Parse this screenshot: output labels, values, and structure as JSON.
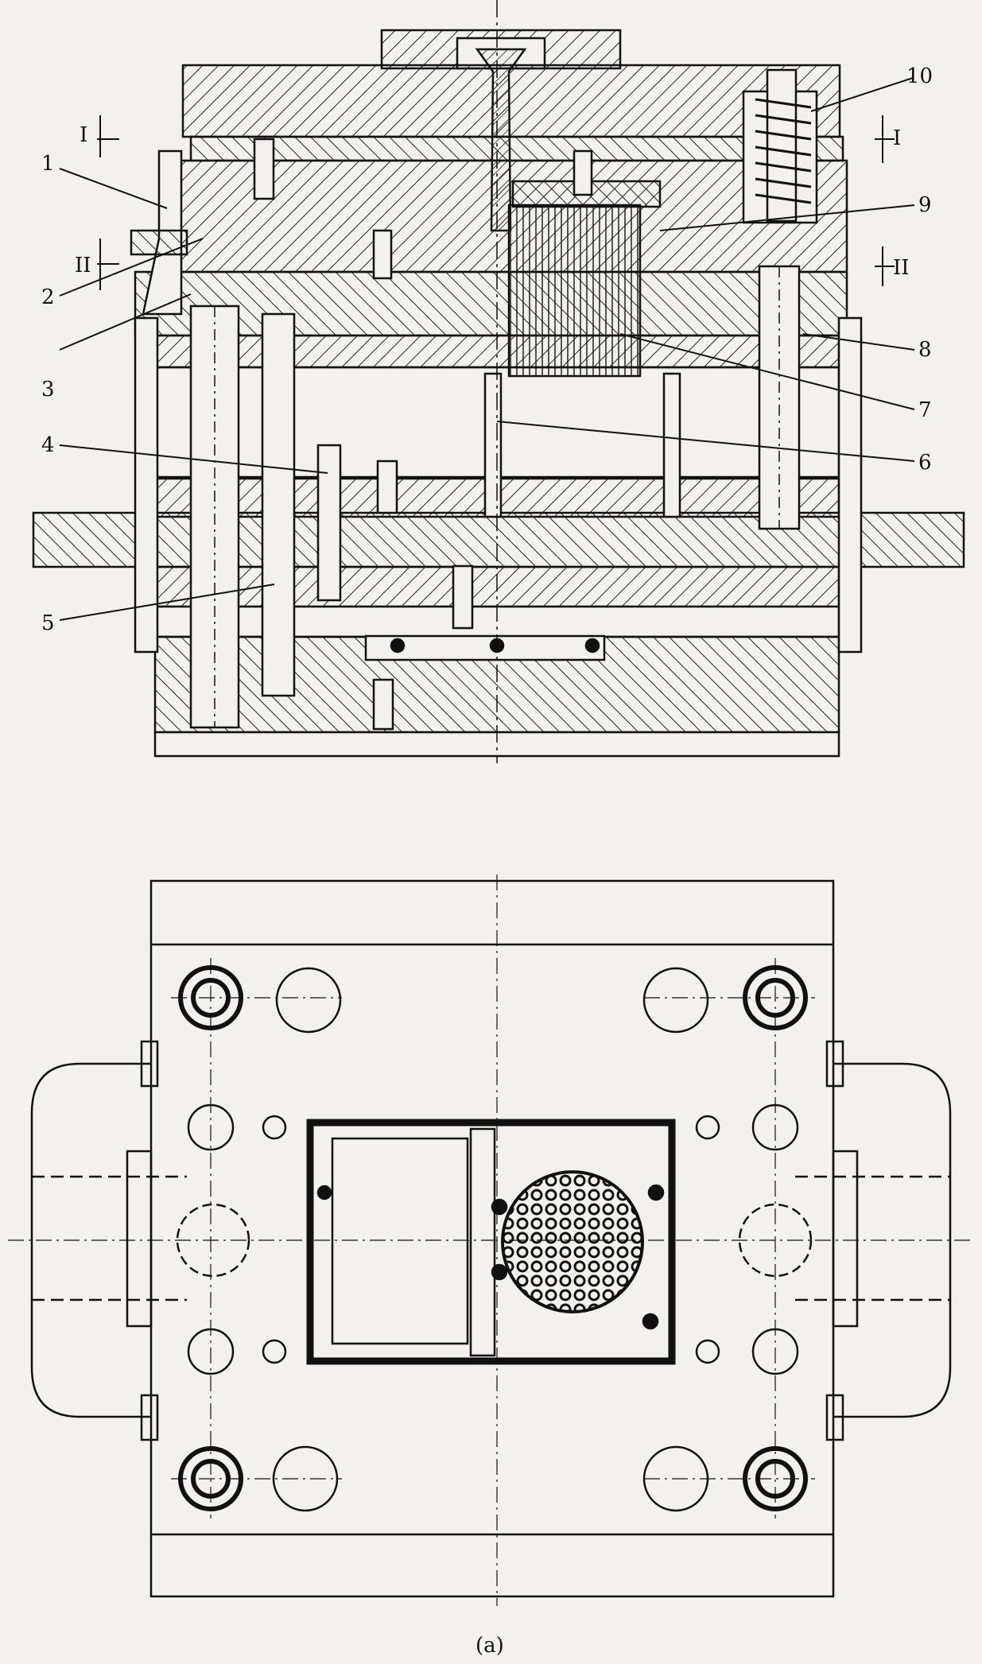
{
  "callouts": {
    "c1": "1",
    "c2": "2",
    "c3": "3",
    "c4": "4",
    "c5": "5",
    "c6": "6",
    "c7": "7",
    "c8": "8",
    "c9": "9",
    "c10": "10"
  },
  "section_marks": {
    "left_upper": "I",
    "left_lower": "II",
    "right_upper": "I",
    "right_lower": "II"
  },
  "caption": "(a)",
  "colors": {
    "paper": "#f2f1ed",
    "ink": "#111111"
  }
}
